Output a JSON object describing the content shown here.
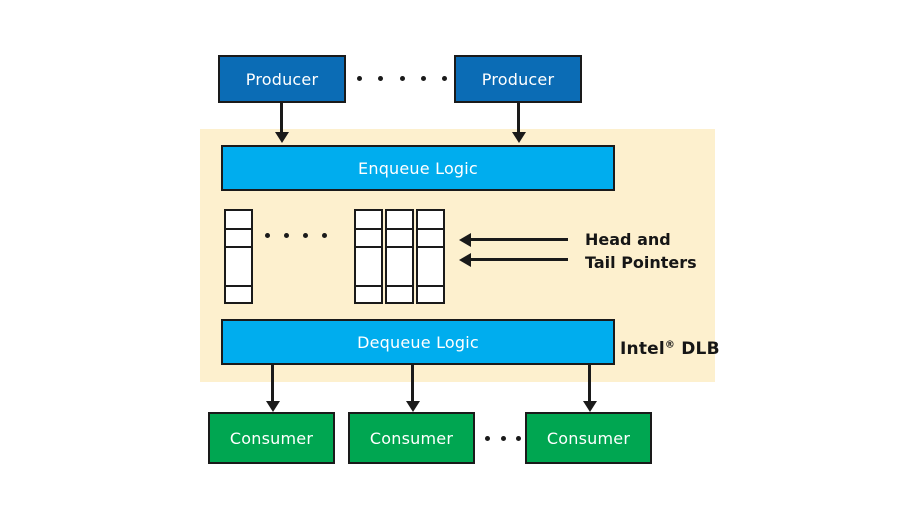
{
  "diagram": {
    "title": "Intel DLB producer-consumer queue architecture",
    "panel": {
      "label_prefix": "Intel",
      "label_trademark": "®",
      "label_suffix": "DLB",
      "color": "#FDF0CE"
    },
    "producers": [
      {
        "label": "Producer"
      },
      {
        "label": "Producer"
      }
    ],
    "producer_color": "#0B6CB5",
    "enqueue": {
      "label": "Enqueue Logic"
    },
    "dequeue": {
      "label": "Dequeue Logic"
    },
    "logic_color": "#00ADEE",
    "consumers": [
      {
        "label": "Consumer"
      },
      {
        "label": "Consumer"
      },
      {
        "label": "Consumer"
      }
    ],
    "consumer_color": "#00A651",
    "queues": {
      "first_group_count": 1,
      "second_group_count": 3,
      "cells_per_queue": 4,
      "fill_color": "#FFFFFF",
      "border_color": "#1A1A1A"
    },
    "pointers": {
      "line1": "Head and",
      "line2": "Tail Pointers",
      "arrow_count": 2
    },
    "ellipsis": {
      "producers_dots": 5,
      "queues_dots": 4,
      "consumers_dots": 3
    }
  }
}
